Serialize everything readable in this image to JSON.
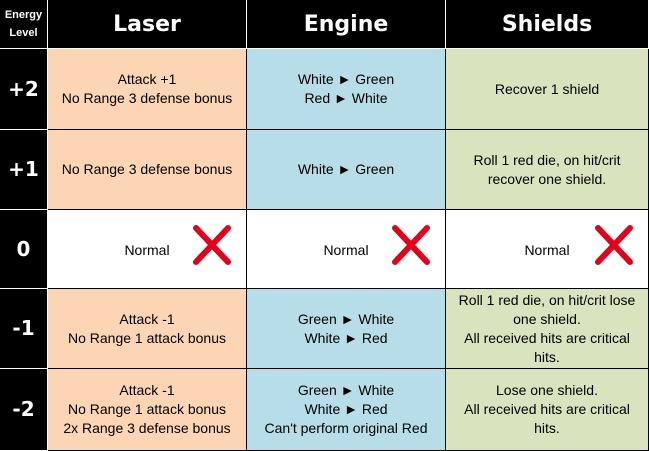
{
  "corner_label": "Energy\nLevel",
  "columns": [
    "Laser",
    "Engine",
    "Shields"
  ],
  "colors": {
    "laser": "#fcd5b5",
    "engine": "#b7dee8",
    "shields": "#d7e4bd",
    "normal": "#ffffff",
    "x_mark": "#e3001b"
  },
  "icons": {
    "normal_marker": "x-mark-icon"
  },
  "rows": [
    {
      "level": "+2",
      "laser": "Attack +1\nNo Range 3 defense bonus",
      "engine": "White ► Green\nRed ► White",
      "shields": "Recover 1 shield"
    },
    {
      "level": "+1",
      "laser": "No Range 3 defense bonus",
      "engine": "White ► Green",
      "shields": "Roll 1 red die, on hit/crit\nrecover one shield."
    },
    {
      "level": "0",
      "laser": "Normal",
      "engine": "Normal",
      "shields": "Normal"
    },
    {
      "level": "-1",
      "laser": "Attack -1\nNo Range 1 attack bonus",
      "engine": "Green ► White\nWhite ► Red",
      "shields": "Roll 1 red die, on hit/crit lose\none shield.\nAll received hits are critical\nhits."
    },
    {
      "level": "-2",
      "laser": "Attack -1\nNo Range 1 attack bonus\n2x Range 3 defense bonus",
      "engine": "Green ► White\nWhite ► Red\nCan't perform original Red",
      "shields": "Lose one shield.\nAll received hits are critical\nhits."
    }
  ]
}
